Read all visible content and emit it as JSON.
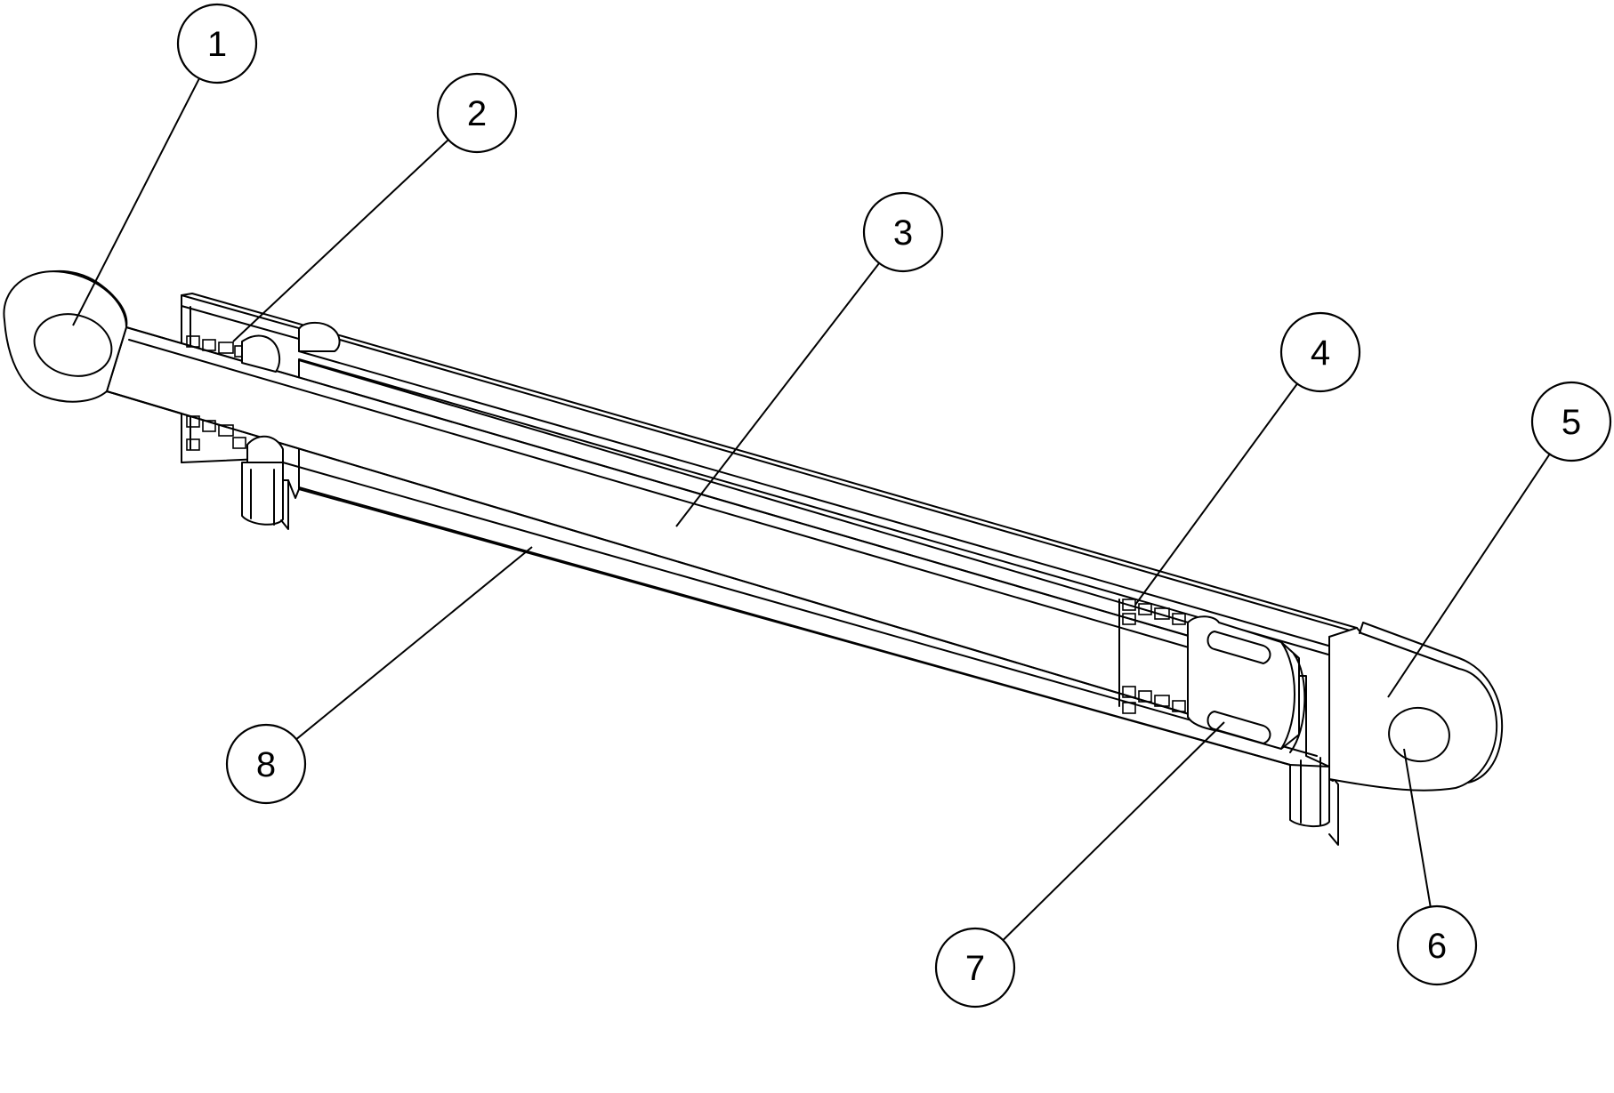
{
  "colors": {
    "line": "#000000",
    "background": "#ffffff"
  },
  "callouts": [
    {
      "label": "1",
      "part": "rod-eye-mount"
    },
    {
      "label": "2",
      "part": "rod-seal"
    },
    {
      "label": "3",
      "part": "piston-rod"
    },
    {
      "label": "4",
      "part": "piston-seal"
    },
    {
      "label": "5",
      "part": "cap-end-mount"
    },
    {
      "label": "6",
      "part": "cap-eye-bore"
    },
    {
      "label": "7",
      "part": "piston"
    },
    {
      "label": "8",
      "part": "cylinder-barrel"
    }
  ]
}
